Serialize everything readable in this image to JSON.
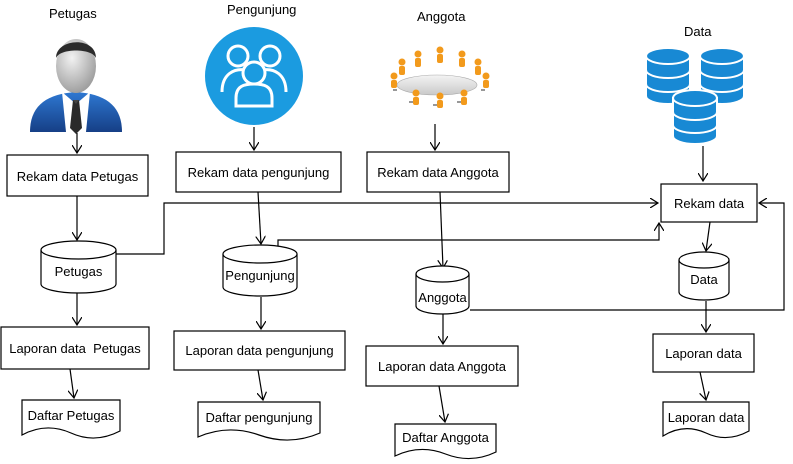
{
  "actors": {
    "petugas": "Petugas",
    "pengunjung": "Pengunjung",
    "anggota": "Anggota",
    "data": "Data"
  },
  "processes": {
    "rekam_petugas": "Rekam data Petugas",
    "rekam_pengunjung": "Rekam data pengunjung",
    "rekam_anggota": "Rekam data Anggota",
    "rekam_data": "Rekam data",
    "laporan_petugas": "Laporan data  Petugas",
    "laporan_pengunjung": "Laporan data pengunjung",
    "laporan_anggota": "Laporan data Anggota",
    "laporan_data": "Laporan data"
  },
  "stores": {
    "petugas": "Petugas",
    "pengunjung": "Pengunjung",
    "anggota": "Anggota",
    "data": "Data"
  },
  "documents": {
    "petugas": "Daftar Petugas",
    "pengunjung": "Daftar pengunjung",
    "anggota": "Daftar Anggota",
    "data": "Laporan data"
  },
  "colors": {
    "suit": "#1f5fb4",
    "circle_icon": "#1b9be0",
    "database": "#1889d4",
    "meeting_figures": "#f29a1c"
  },
  "icons": {
    "petugas": "person-in-suit-icon",
    "pengunjung": "user-group-icon",
    "anggota": "meeting-table-icon",
    "data": "database-icon"
  }
}
